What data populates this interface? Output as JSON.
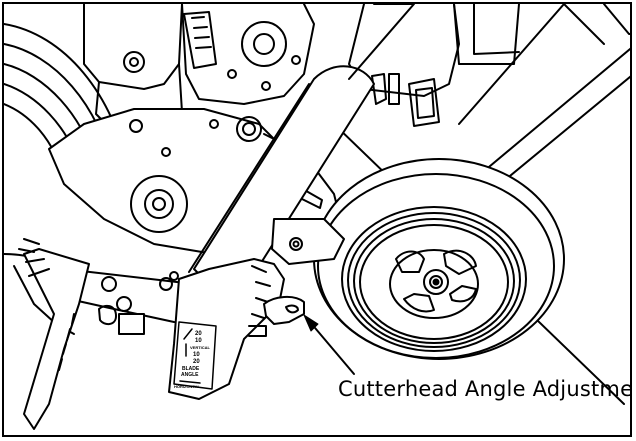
{
  "callout": {
    "label": "Cutterhead Angle Adjustmet"
  },
  "decal": {
    "top_numbers": [
      "20",
      "10"
    ],
    "vertical_label": "VERTICAL",
    "mid_numbers": [
      "10",
      "20"
    ],
    "blade_angle_label": [
      "BLADE",
      "ANGLE"
    ],
    "horizontal_label": "HORIZONTAL"
  }
}
